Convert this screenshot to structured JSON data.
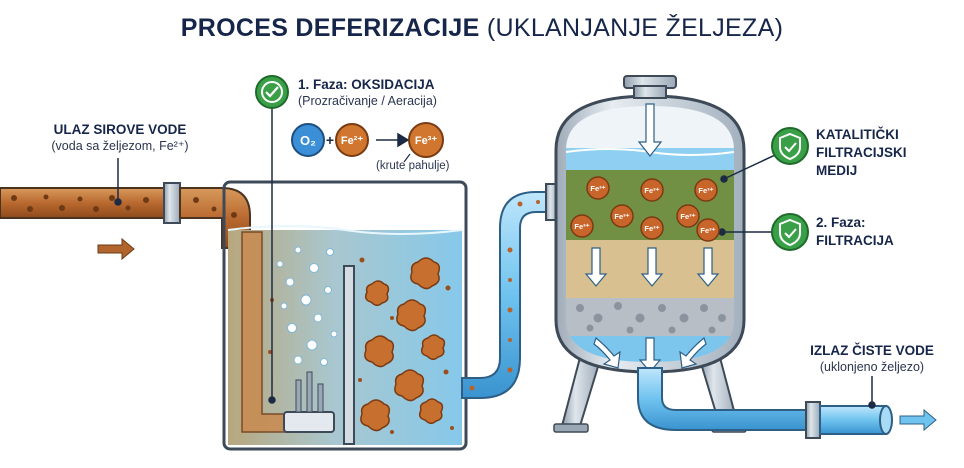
{
  "title": {
    "main": "PROCES DEFERIZACIJE",
    "sub": "(UKLANJANJE ŽELJEZA)"
  },
  "inlet": {
    "label": "ULAZ SIROVE VODE",
    "sub": "(voda sa željezom, Fe²⁺)"
  },
  "phase1": {
    "label": "1. Faza: OKSIDACIJA",
    "sub": "(Prozračivanje / Aeracija)",
    "icon": "gauge-check-icon"
  },
  "reaction": {
    "reactant1": "O₂",
    "plus": "+",
    "reactant2": "Fe²⁺",
    "product": "Fe³⁺",
    "product_note": "(krute pahulje)"
  },
  "media": {
    "line1": "KATALITIČKI",
    "line2": "FILTRACIJSKI",
    "line3": "MEDIJ",
    "icon": "shield-check-icon"
  },
  "phase2": {
    "line1": "2. Faza:",
    "line2": "FILTRACIJA",
    "icon": "shield-check-icon"
  },
  "outlet": {
    "label": "IZLAZ ČISTE VODE",
    "sub": "(uklonjeno željezo)"
  },
  "particle_label": "Fe³⁺",
  "colors": {
    "navy": "#16264a",
    "green": "#3aa047",
    "rust": "#b9652a",
    "water": "#6fc3ef",
    "steel": "#b7c3cf"
  }
}
